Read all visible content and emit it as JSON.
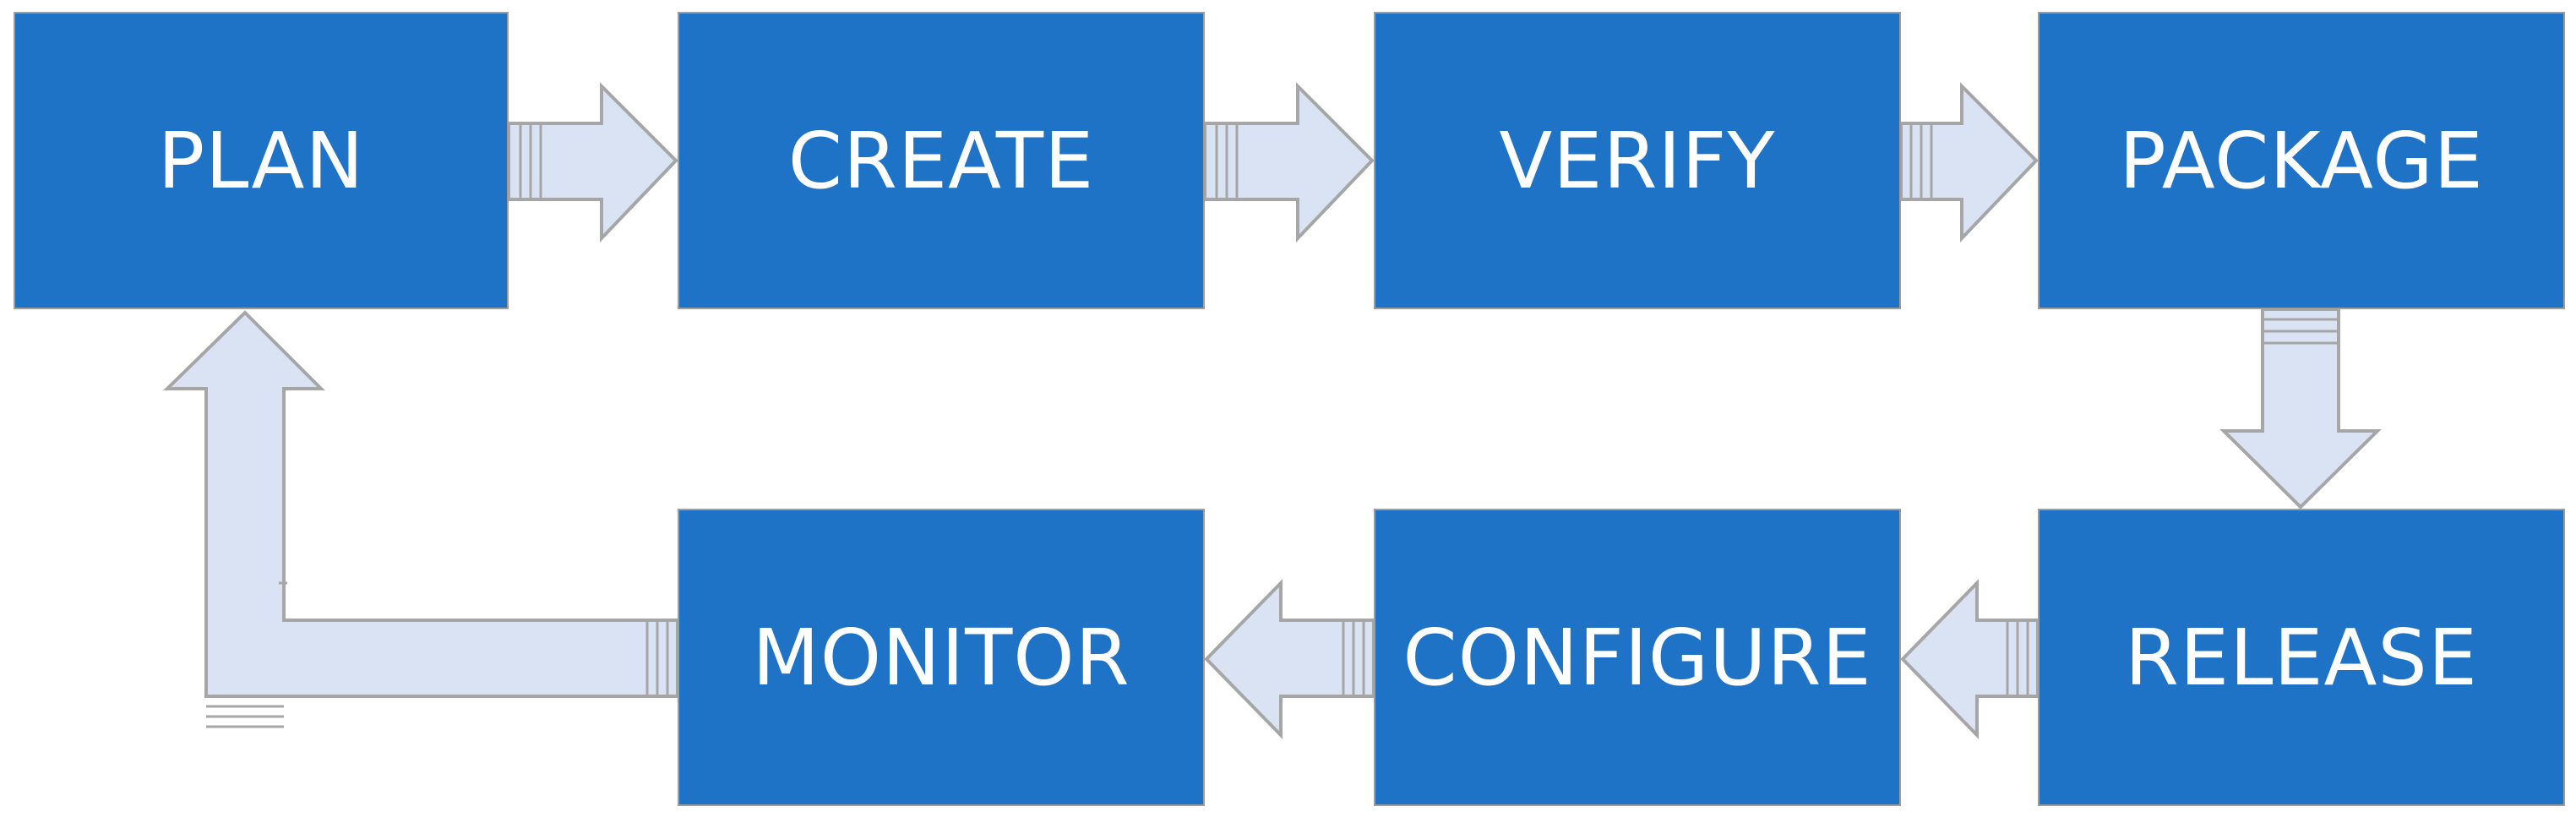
{
  "diagram": {
    "colors": {
      "box_fill": "#1f73c6",
      "box_text": "#ffffff",
      "arrow_fill": "#dae3f3",
      "arrow_stroke": "#a6a6a6"
    },
    "steps": [
      {
        "id": "plan",
        "label": "PLAN"
      },
      {
        "id": "create",
        "label": "CREATE"
      },
      {
        "id": "verify",
        "label": "VERIFY"
      },
      {
        "id": "package",
        "label": "PACKAGE"
      },
      {
        "id": "release",
        "label": "RELEASE"
      },
      {
        "id": "configure",
        "label": "CONFIGURE"
      },
      {
        "id": "monitor",
        "label": "MONITOR"
      }
    ],
    "connections": [
      {
        "from": "PLAN",
        "to": "CREATE"
      },
      {
        "from": "CREATE",
        "to": "VERIFY"
      },
      {
        "from": "VERIFY",
        "to": "PACKAGE"
      },
      {
        "from": "PACKAGE",
        "to": "RELEASE"
      },
      {
        "from": "RELEASE",
        "to": "CONFIGURE"
      },
      {
        "from": "CONFIGURE",
        "to": "MONITOR"
      },
      {
        "from": "MONITOR",
        "to": "PLAN"
      }
    ]
  }
}
